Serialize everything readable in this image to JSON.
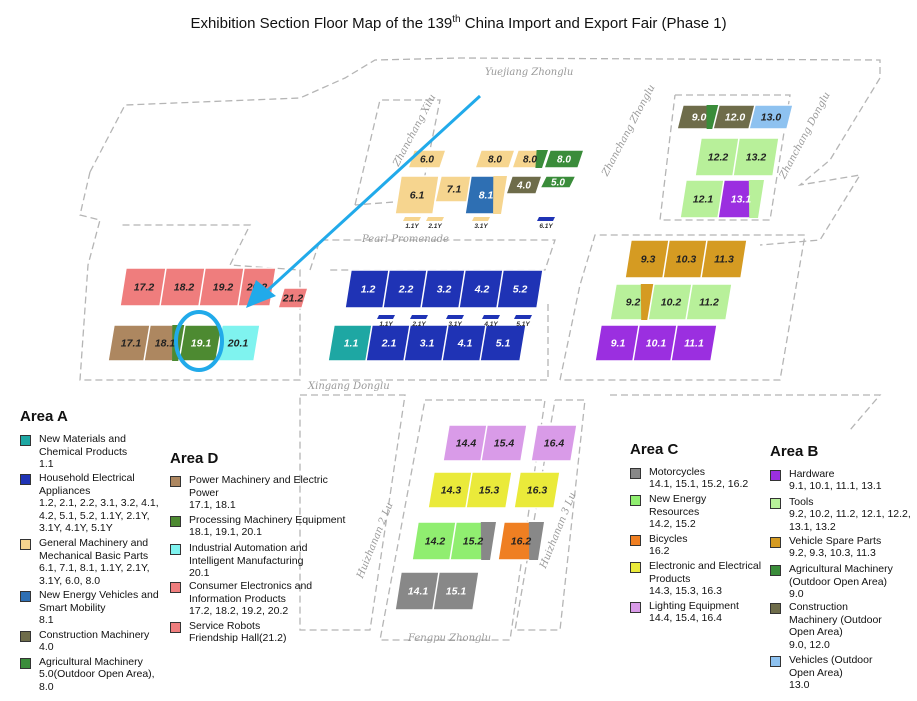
{
  "title": {
    "main": "Exhibition Section Floor Map of the 139",
    "sup": "th",
    "rest": " China Import and Export Fair  (Phase 1)"
  },
  "colors": {
    "teal": "#1ea7a3",
    "navy": "#1f33b5",
    "beige": "#f6d58f",
    "steel": "#2e6fb3",
    "olive": "#6e6c4a",
    "green": "#3a8c3a",
    "brown": "#ad8760",
    "darkgreen": "#4d8a31",
    "cyan": "#7ff3ef",
    "red": "#ef7d7d",
    "gray": "#888888",
    "lightgreen": "#90ee70",
    "orange": "#ef7f22",
    "yellow": "#eaea3a",
    "violet": "#d99be8",
    "purple": "#9b2fe0",
    "palegreen": "#b8f09a",
    "gold": "#d59b22",
    "skyblue": "#8ec2f0",
    "arrow": "#21aaea"
  },
  "streets": [
    {
      "label": "Yuejiang Zhonglu"
    },
    {
      "label": "Zhanchang Xilu"
    },
    {
      "label": "Zhanchang Zhonglu"
    },
    {
      "label": "Zhanchang Donglu"
    },
    {
      "label": "Pearl Promenade"
    },
    {
      "label": "Xingang Donglu"
    },
    {
      "label": "Huizhanan 2 Lu"
    },
    {
      "label": "Huizhanan 3 Lu"
    },
    {
      "label": "Fengpu Zhonglu"
    }
  ],
  "halls": [
    {
      "label": "6.0",
      "c": "beige"
    },
    {
      "label": "8.0",
      "c": "beige"
    },
    {
      "label": "8.0",
      "c": "beige",
      "split": "green"
    },
    {
      "label": "8.0",
      "c": "green"
    },
    {
      "label": "6.1",
      "c": "beige"
    },
    {
      "label": "7.1",
      "c": "beige"
    },
    {
      "label": "8.1",
      "c": "steel",
      "split": "beige"
    },
    {
      "label": "4.0",
      "c": "olive"
    },
    {
      "label": "5.0",
      "c": "green"
    },
    {
      "label": "17.2",
      "c": "red"
    },
    {
      "label": "18.2",
      "c": "red"
    },
    {
      "label": "19.2",
      "c": "red"
    },
    {
      "label": "20.2",
      "c": "red"
    },
    {
      "label": "21.2",
      "c": "red"
    },
    {
      "label": "17.1",
      "c": "brown"
    },
    {
      "label": "18.1",
      "c": "brown",
      "split": "darkgreen"
    },
    {
      "label": "19.1",
      "c": "darkgreen"
    },
    {
      "label": "20.1",
      "c": "cyan"
    },
    {
      "label": "1.2",
      "c": "navy"
    },
    {
      "label": "2.2",
      "c": "navy"
    },
    {
      "label": "3.2",
      "c": "navy"
    },
    {
      "label": "4.2",
      "c": "navy"
    },
    {
      "label": "5.2",
      "c": "navy"
    },
    {
      "label": "1.1",
      "c": "teal"
    },
    {
      "label": "2.1",
      "c": "navy"
    },
    {
      "label": "3.1",
      "c": "navy"
    },
    {
      "label": "4.1",
      "c": "navy"
    },
    {
      "label": "5.1",
      "c": "navy"
    },
    {
      "label": "9.0",
      "c": "olive",
      "split": "green"
    },
    {
      "label": "12.0",
      "c": "olive"
    },
    {
      "label": "13.0",
      "c": "skyblue"
    },
    {
      "label": "12.2",
      "c": "palegreen"
    },
    {
      "label": "13.2",
      "c": "palegreen"
    },
    {
      "label": "12.1",
      "c": "palegreen"
    },
    {
      "label": "13.1",
      "c": "purple",
      "split": "palegreen"
    },
    {
      "label": "9.3",
      "c": "gold"
    },
    {
      "label": "10.3",
      "c": "gold"
    },
    {
      "label": "11.3",
      "c": "gold"
    },
    {
      "label": "9.2",
      "c": "palegreen",
      "split": "gold"
    },
    {
      "label": "10.2",
      "c": "palegreen"
    },
    {
      "label": "11.2",
      "c": "palegreen"
    },
    {
      "label": "9.1",
      "c": "purple"
    },
    {
      "label": "10.1",
      "c": "purple"
    },
    {
      "label": "11.1",
      "c": "purple"
    },
    {
      "label": "14.4",
      "c": "violet"
    },
    {
      "label": "15.4",
      "c": "violet"
    },
    {
      "label": "16.4",
      "c": "violet"
    },
    {
      "label": "14.3",
      "c": "yellow"
    },
    {
      "label": "15.3",
      "c": "yellow"
    },
    {
      "label": "16.3",
      "c": "yellow"
    },
    {
      "label": "14.2",
      "c": "lightgreen"
    },
    {
      "label": "15.2",
      "c": "lightgreen",
      "split": "gray"
    },
    {
      "label": "16.2",
      "c": "orange",
      "split": "gray"
    },
    {
      "label": "14.1",
      "c": "gray"
    },
    {
      "label": "15.1",
      "c": "gray"
    }
  ],
  "minis": [
    {
      "label": "1.1Y",
      "c": "beige"
    },
    {
      "label": "2.1Y",
      "c": "beige"
    },
    {
      "label": "3.1Y",
      "c": "beige"
    },
    {
      "label": "6.1Y",
      "c": "navy"
    },
    {
      "label": "1.1Y",
      "c": "navy"
    },
    {
      "label": "2.1Y",
      "c": "navy"
    },
    {
      "label": "3.1Y",
      "c": "navy"
    },
    {
      "label": "4.1Y",
      "c": "navy"
    },
    {
      "label": "5.1Y",
      "c": "navy"
    }
  ],
  "legend": {
    "areaA": {
      "title": "Area A",
      "items": [
        {
          "label": "New Materials and Chemical Products",
          "values": "1.1",
          "c": "teal"
        },
        {
          "label": "Household Electrical Appliances",
          "values": "1.2, 2.1, 2.2, 3.1, 3.2, 4.1, 4.2, 5.1, 5.2, 1.1Y, 2.1Y, 3.1Y, 4.1Y, 5.1Y",
          "c": "navy"
        },
        {
          "label": "General Machinery and Mechanical Basic Parts",
          "values": "6.1, 7.1, 8.1, 1.1Y, 2.1Y, 3.1Y, 6.0, 8.0",
          "c": "beige"
        },
        {
          "label": "New Energy Vehicles and Smart Mobility",
          "values": "8.1",
          "c": "steel"
        },
        {
          "label": "Construction Machinery",
          "values": "4.0",
          "c": "olive"
        },
        {
          "label": "Agricultural Machinery",
          "values": "5.0(Outdoor Open Area), 8.0",
          "c": "green"
        }
      ]
    },
    "areaD": {
      "title": "Area D",
      "items": [
        {
          "label": "Power Machinery and Electric Power",
          "values": "17.1, 18.1",
          "c": "brown"
        },
        {
          "label": "Processing Machinery Equipment",
          "values": "18.1, 19.1, 20.1",
          "c": "darkgreen"
        },
        {
          "label": "Industrial Automation and Intelligent Manufacturing",
          "values": "20.1",
          "c": "cyan"
        },
        {
          "label": "Consumer Electronics and Information Products",
          "values": "17.2, 18.2, 19.2, 20.2",
          "c": "red"
        },
        {
          "label": "Service Robots",
          "values": "Friendship Hall(21.2)",
          "c": "red"
        }
      ]
    },
    "areaC": {
      "title": "Area C",
      "items": [
        {
          "label": "Motorcycles",
          "values": "14.1, 15.1, 15.2, 16.2",
          "c": "gray"
        },
        {
          "label": "New Energy Resources",
          "values": "14.2, 15.2",
          "c": "lightgreen"
        },
        {
          "label": "Bicycles",
          "values": "16.2",
          "c": "orange"
        },
        {
          "label": "Electronic and Electrical Products",
          "values": "14.3, 15.3, 16.3",
          "c": "yellow"
        },
        {
          "label": "Lighting Equipment",
          "values": "14.4, 15.4, 16.4",
          "c": "violet"
        }
      ]
    },
    "areaB": {
      "title": "Area B",
      "items": [
        {
          "label": "Hardware",
          "values": "9.1, 10.1, 11.1, 13.1",
          "c": "purple"
        },
        {
          "label": "Tools",
          "values": "9.2, 10.2, 11.2, 12.1, 12.2, 13.1, 13.2",
          "c": "palegreen"
        },
        {
          "label": "Vehicle Spare Parts",
          "values": "9.2, 9.3, 10.3, 11.3",
          "c": "gold"
        },
        {
          "label": "Agricultural Machinery (Outdoor Open Area)",
          "values": "9.0",
          "c": "green"
        },
        {
          "label": "Construction Machinery (Outdoor Open Area)",
          "values": "9.0, 12.0",
          "c": "olive"
        },
        {
          "label": "Vehicles (Outdoor Open Area)",
          "values": "13.0",
          "c": "skyblue"
        }
      ]
    }
  }
}
